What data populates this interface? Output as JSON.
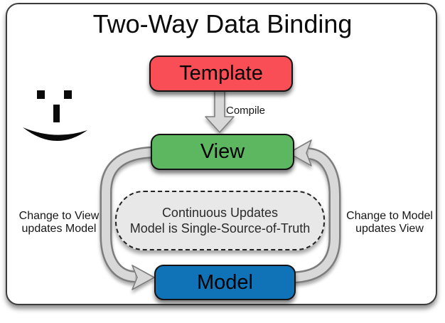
{
  "title": "Two-Way Data Binding",
  "colors": {
    "template_fill": "#f94e55",
    "view_fill": "#5db760",
    "model_fill": "#1173b7",
    "note_fill": "#e8e8e8",
    "arrow_fill": "#d8d8d8",
    "arrow_outline": "#7d7d7d"
  },
  "nodes": {
    "template": {
      "label": "Template"
    },
    "view": {
      "label": "View"
    },
    "model": {
      "label": "Model"
    }
  },
  "note": {
    "line1": "Continuous Updates",
    "line2": "Model is Single-Source-of-Truth"
  },
  "edges": {
    "compile": {
      "label": "Compile"
    },
    "view_to_model": {
      "line1": "Change to View",
      "line2": "updates Model"
    },
    "model_to_view": {
      "line1": "Change to Model",
      "line2": "updates View"
    }
  },
  "icons": {
    "smiley": "smiley-face"
  }
}
